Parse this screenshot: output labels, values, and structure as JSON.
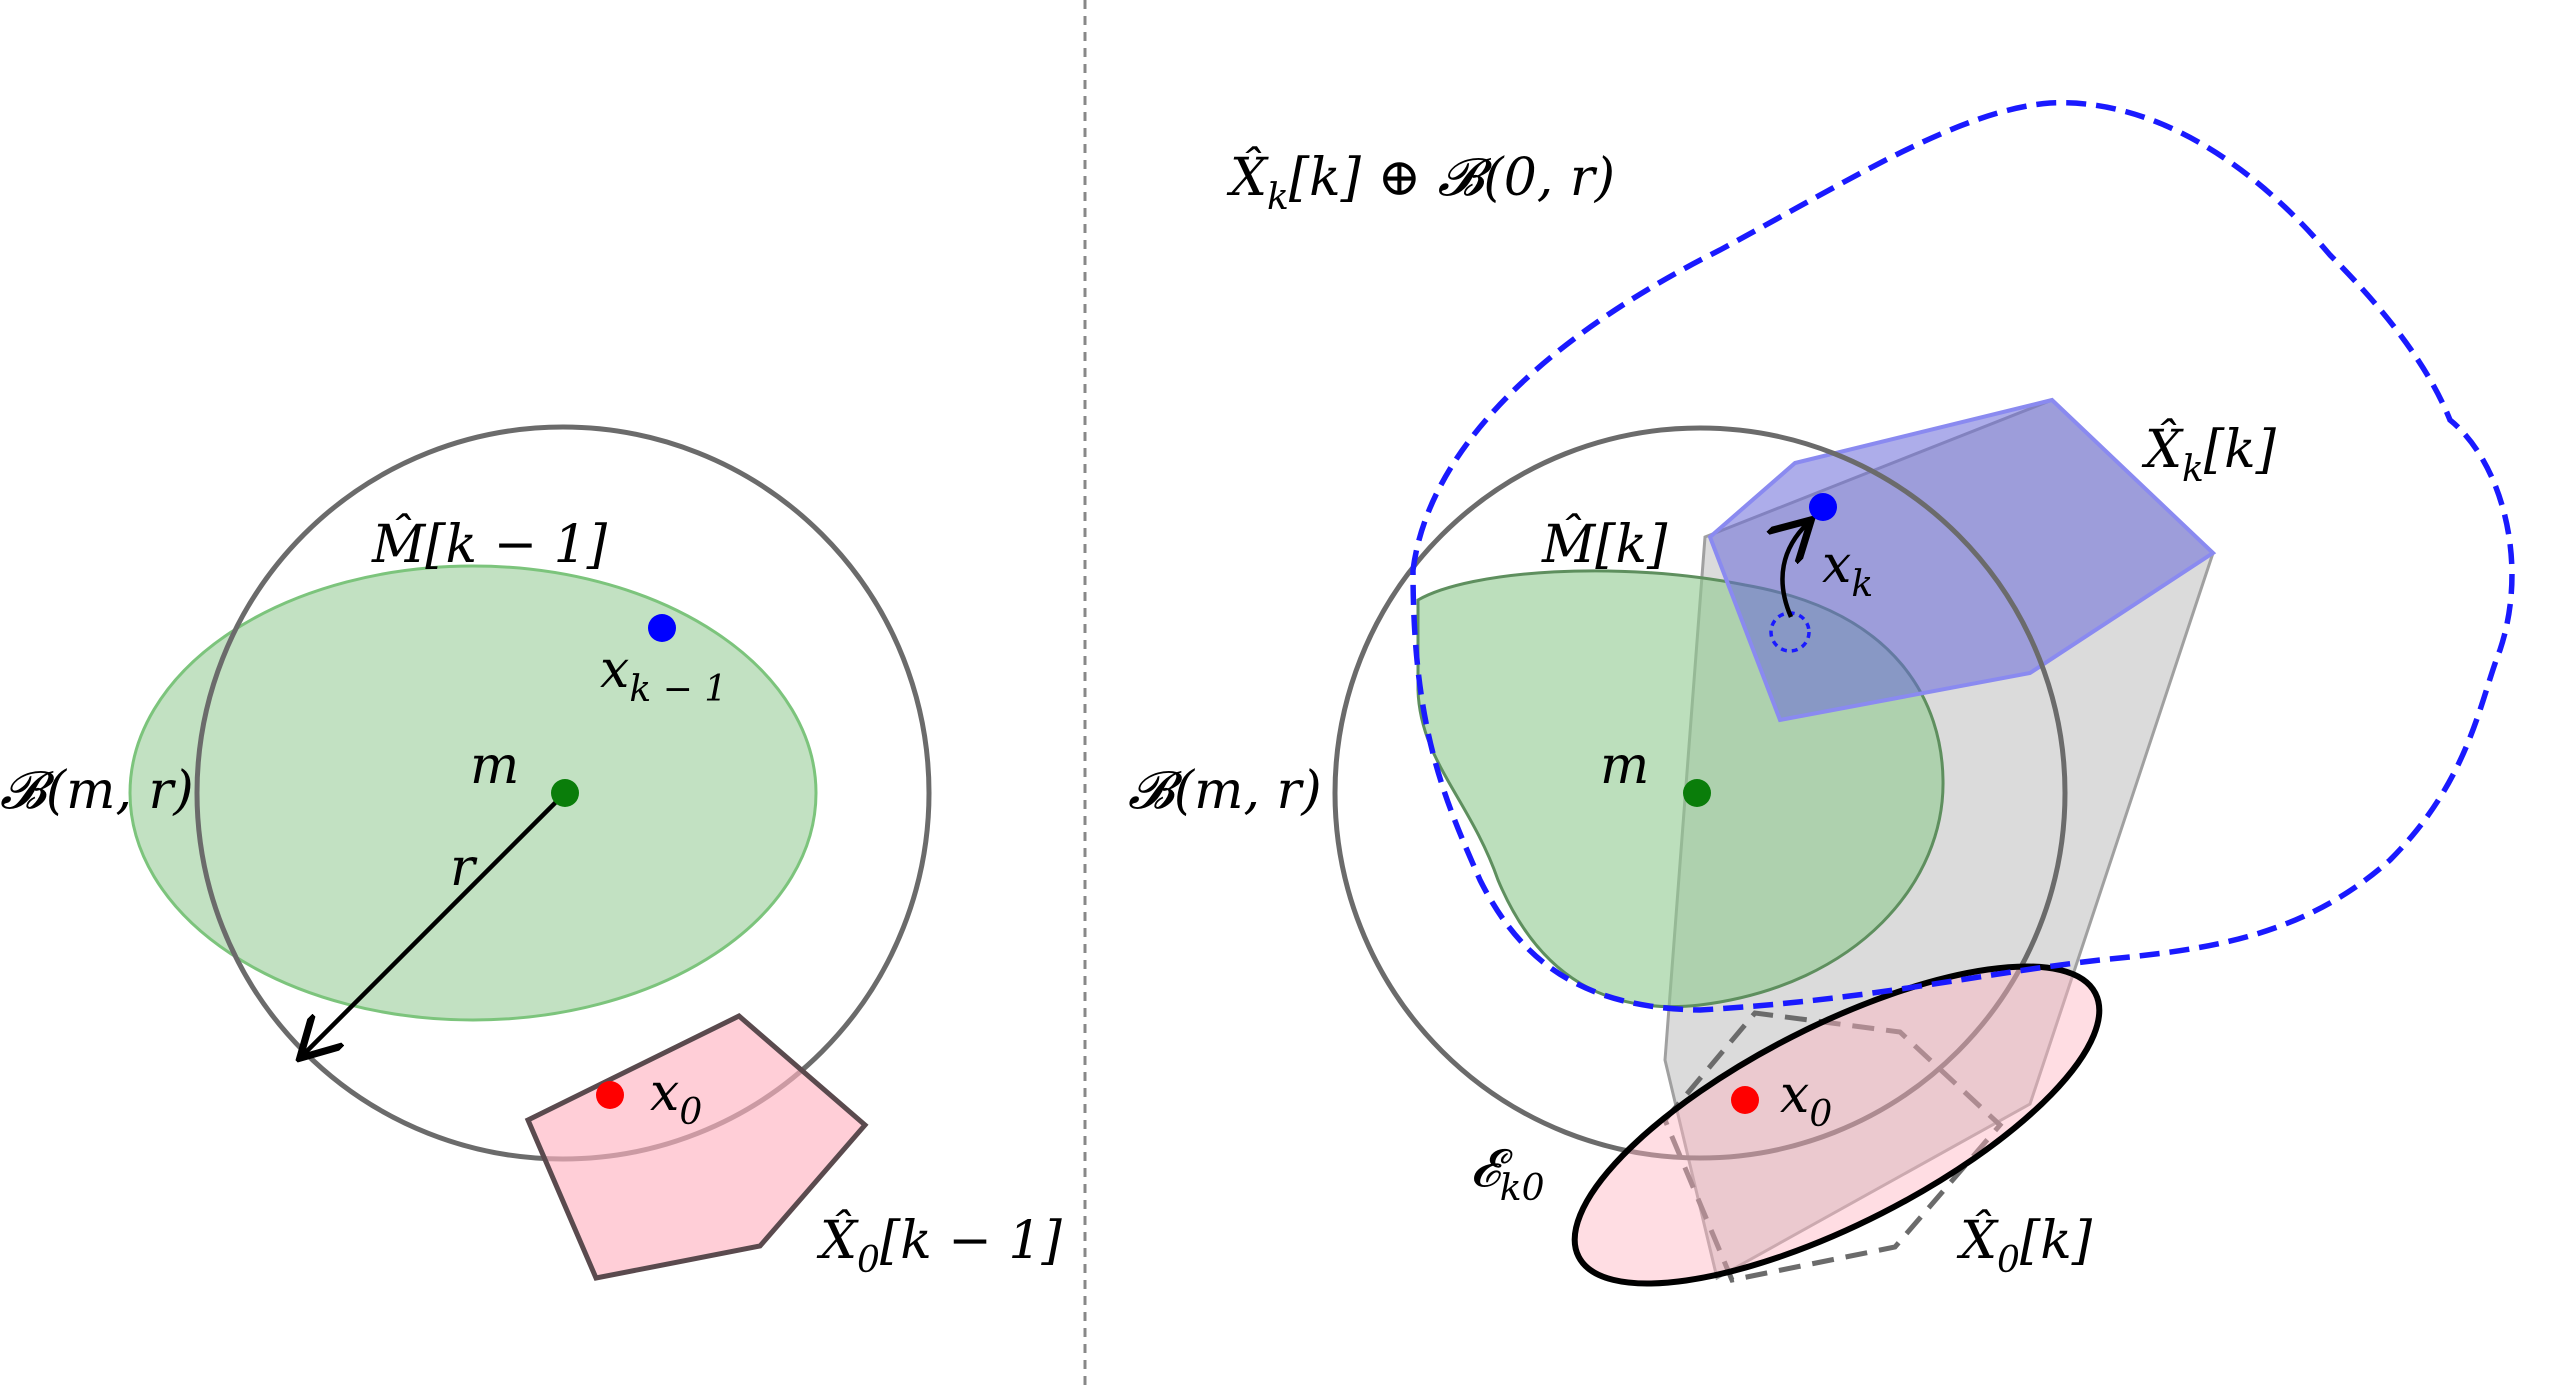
{
  "panels": {
    "left": {
      "labels": {
        "ball": "𝓑(m, r)",
        "m_hat": "M̂[k − 1]",
        "center": "m",
        "radius": "r",
        "x_prev": "x",
        "x_prev_sub": "k − 1",
        "x0": "x",
        "x0_sub": "0",
        "X0_hat": "X̂",
        "X0_hat_sub": "0",
        "X0_hat_arg": "[k − 1]"
      }
    },
    "right": {
      "labels": {
        "dilated": "X̂",
        "dilated_sub": "k",
        "dilated_rest": "[k] ⊕ 𝓑(0, r)",
        "Xk_hat": "X̂",
        "Xk_hat_sub": "k",
        "Xk_hat_arg": "[k]",
        "m_hat": "M̂[k]",
        "xk": "x",
        "xk_sub": "k",
        "ball": "𝓑(m, r)",
        "center": "m",
        "x0": "x",
        "x0_sub": "0",
        "ellipsoid": "𝓔",
        "ellipsoid_sub": "k0",
        "X0_hat": "X̂",
        "X0_hat_sub": "0",
        "X0_hat_arg": "[k]"
      }
    }
  },
  "colors": {
    "green_fill": "#8fc98f",
    "green_point": "#0a7d0a",
    "blue_fill": "#6a6ad8",
    "blue_point": "#0000ff",
    "blue_dashed": "#1a1aff",
    "red_fill": "#ffb3c1",
    "red_point": "#ff0000",
    "gray_circle": "#6b6b6b",
    "gray_fill": "#b0b0b0",
    "divider": "#888888"
  }
}
